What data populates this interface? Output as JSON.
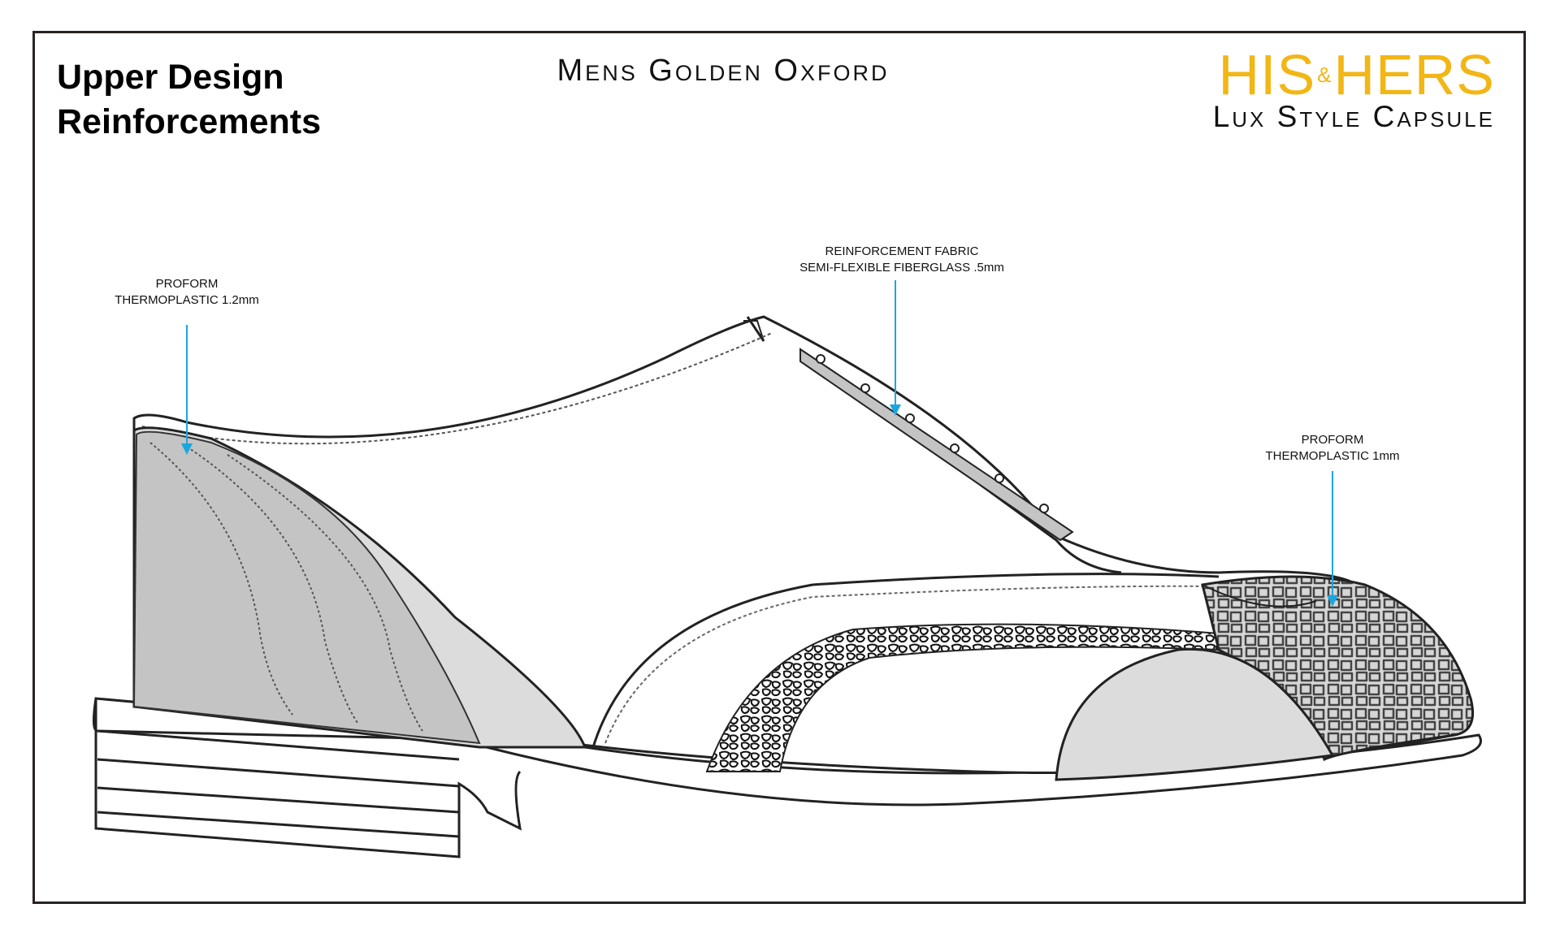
{
  "header": {
    "title_line1": "Upper Design",
    "title_line2": "Reinforcements",
    "subtitle": "Mens Golden Oxford"
  },
  "brand": {
    "his": "HIS",
    "amp": "&",
    "hers": "HERS",
    "tagline": "Lux Style Capsule",
    "accent_color": "#f2b615"
  },
  "callouts": [
    {
      "id": "heel",
      "line1": "PROFORM",
      "line2": "THERMOPLASTIC 1.2mm"
    },
    {
      "id": "lace",
      "line1": "REINFORCEMENT FABRIC",
      "line2": "SEMI-FLEXIBLE FIBERGLASS .5mm"
    },
    {
      "id": "toe",
      "line1": "PROFORM",
      "line2": "THERMOPLASTIC 1mm"
    }
  ],
  "colors": {
    "arrow": "#1aa7e0",
    "reinforcement_fill": "#c4c4c4",
    "light_fill": "#dcdcdc",
    "outline": "#222222"
  }
}
